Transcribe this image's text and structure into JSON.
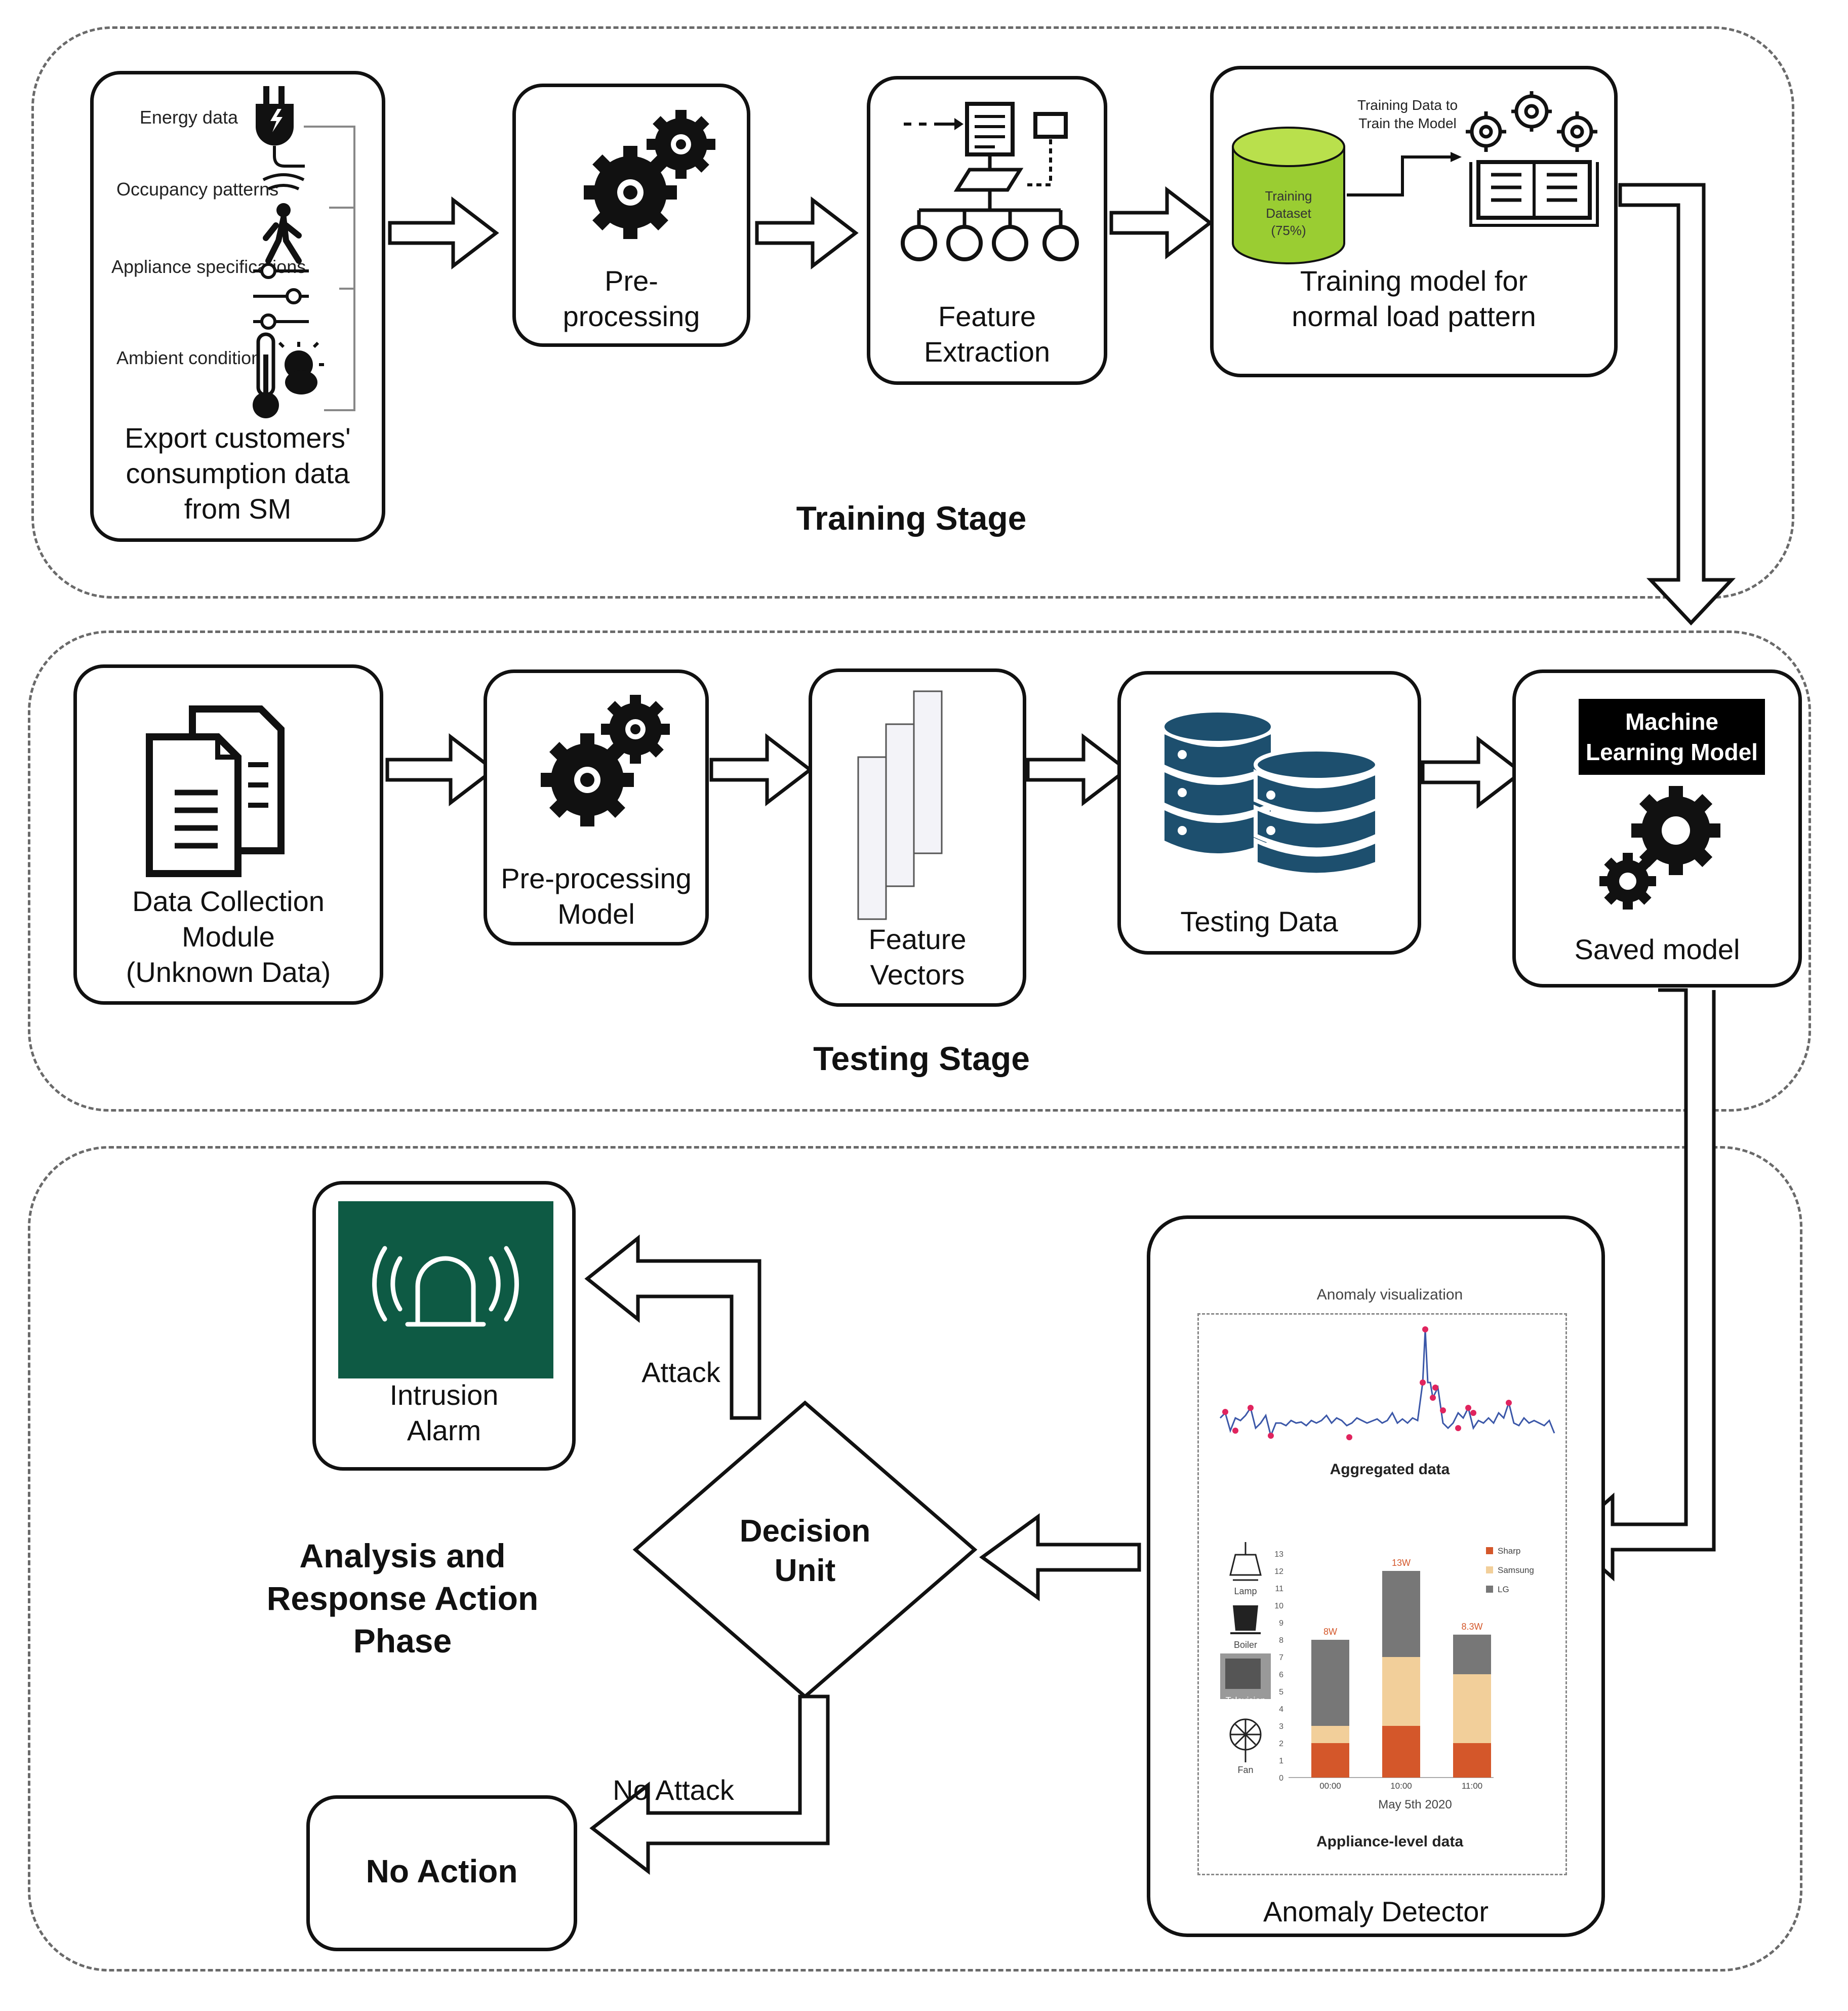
{
  "training": {
    "stage_title": "Training Stage",
    "export_box": {
      "inputs": [
        "Energy data",
        "Occupancy patterns",
        "Appliance specifications",
        "Ambient conditions"
      ],
      "label_lines": [
        "Export customers'",
        "consumption data",
        "from SM"
      ]
    },
    "preprocessing_lines": [
      "Pre-",
      "processing"
    ],
    "feature_extraction_lines": [
      "Feature",
      "Extraction"
    ],
    "training_model": {
      "arrow_text_lines": [
        "Training Data to",
        "Train the Model"
      ],
      "dataset_lines": [
        "Training",
        "Dataset",
        "(75%)"
      ],
      "label_lines": [
        "Training model for",
        "normal load pattern"
      ]
    }
  },
  "testing": {
    "stage_title": "Testing Stage",
    "data_collection_lines": [
      "Data Collection",
      "Module",
      "(Unknown Data)"
    ],
    "preprocessing_model_lines": [
      "Pre-processing",
      "Model"
    ],
    "feature_vectors_lines": [
      "Feature",
      "Vectors"
    ],
    "testing_data": "Testing Data",
    "ml_banner_lines": [
      "Machine",
      "Learning Model"
    ],
    "saved_model": "Saved model"
  },
  "analysis": {
    "phase_title_lines": [
      "Analysis and",
      "Response Action",
      "Phase"
    ],
    "intrusion_alarm_lines": [
      "Intrusion",
      "Alarm"
    ],
    "attack": "Attack",
    "no_attack": "No Attack",
    "no_action": "No Action",
    "decision_unit_lines": [
      "Decision",
      "Unit"
    ],
    "anomaly_detector": {
      "label": "Anomaly Detector",
      "viz_title": "Anomaly visualization",
      "aggregated_label": "Aggregated data",
      "appliance_label": "Appliance-level data",
      "date_label": "May 5th 2020",
      "appliances": [
        "Lamp",
        "Boiler",
        "Television",
        "Fan"
      ],
      "legend": [
        "Sharp",
        "Samsung",
        "LG"
      ],
      "legend_colors": [
        "#d4572a",
        "#f2cf9a",
        "#777777"
      ],
      "y_ticks": [
        "0",
        "1",
        "2",
        "3",
        "4",
        "5",
        "6",
        "7",
        "8",
        "9",
        "10",
        "11",
        "12",
        "13"
      ],
      "bars": [
        {
          "time": "00:00",
          "top_label": "8W",
          "sharp": 2,
          "samsung": 1,
          "lg": 5
        },
        {
          "time": "10:00",
          "top_label": "13W",
          "sharp": 3,
          "samsung": 4,
          "lg": 5
        },
        {
          "time": "11:00",
          "top_label": "8.3W",
          "sharp": 2,
          "samsung": 4,
          "lg": 2.3
        }
      ]
    }
  },
  "colors": {
    "alarm_green": "#0e5a44",
    "db_blue": "#1d4f6e",
    "line_blue": "#3b57a8",
    "anomaly_red": "#e0245e"
  }
}
